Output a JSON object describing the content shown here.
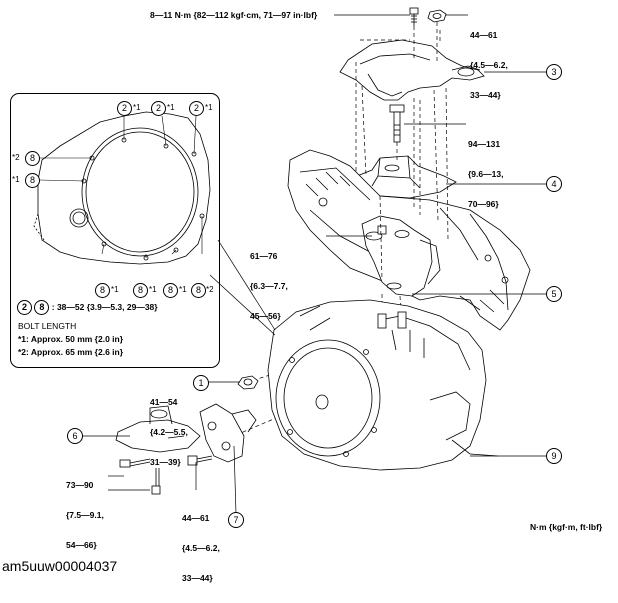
{
  "diagram": {
    "torque_top": "8—11 N·m {82—112 kgf·cm, 71—97 in·lbf}",
    "torque_right_top": [
      "44—61",
      "{4.5—6.2,",
      "33—44}"
    ],
    "torque_right_mid": [
      "94—131",
      "{9.6—13,",
      "70—96}"
    ],
    "torque_left_mid": [
      "61—76",
      "{6.3—7.7,",
      "45—56}"
    ],
    "torque_left_low": [
      "41—54",
      "{4.2—5.5,",
      "31—39}"
    ],
    "torque_bottom_left": [
      "73—90",
      "{7.5—9.1,",
      "54—66}"
    ],
    "torque_bottom_mid": [
      "44—61",
      "{4.5—6.2,",
      "33—44}"
    ],
    "callouts": {
      "c1": "1",
      "c3": "3",
      "c4": "4",
      "c5": "5",
      "c6": "6",
      "c7": "7",
      "c9": "9"
    },
    "inset": {
      "top_callouts": [
        "2",
        "2",
        "2"
      ],
      "top_tags": [
        "*1",
        "*1",
        "*1"
      ],
      "left_callouts": [
        "8",
        "8"
      ],
      "left_tags": [
        "*2",
        "*1"
      ],
      "bottom_callouts": [
        "8",
        "8",
        "8",
        "8"
      ],
      "bottom_tags": [
        "*1",
        "*1",
        "*1",
        "*2"
      ],
      "legend_c2": "2",
      "legend_c8": "8",
      "legend_torque": ": 38—52 {3.9—5.3, 29—38}",
      "bolt_length_title": "BOLT LENGTH",
      "bolt_length_1": "*1: Approx. 50 mm {2.0 in}",
      "bolt_length_2": "*2: Approx. 65 mm {2.6 in}"
    },
    "units": "N·m {kgf·m, ft·lbf}",
    "image_code": "am5uuw00004037"
  }
}
